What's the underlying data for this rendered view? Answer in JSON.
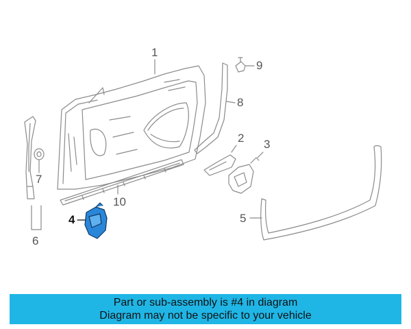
{
  "callouts": {
    "c1": "1",
    "c2": "2",
    "c3": "3",
    "c4": "4",
    "c5": "5",
    "c6": "6",
    "c7": "7",
    "c8": "8",
    "c9": "9",
    "c10": "10"
  },
  "banner": {
    "line1": "Part or sub-assembly is #4 in diagram",
    "line2": "Diagram may not be specific to your vehicle"
  },
  "colors": {
    "banner_bg": "#1fb6e6",
    "highlight_part": "#2a86d8",
    "line": "#8a8a8a"
  }
}
